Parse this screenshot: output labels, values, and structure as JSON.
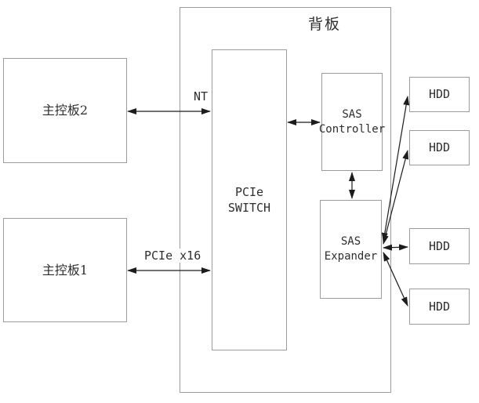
{
  "diagram": {
    "backplane_label": "背板",
    "nodes": {
      "mainboard2": "主控板2",
      "mainboard1": "主控板1",
      "pcie_switch": "PCIe\nSWITCH",
      "sas_controller": "SAS\nController",
      "sas_expander": "SAS\nExpander",
      "hdd1": "HDD",
      "hdd2": "HDD",
      "hdd3": "HDD",
      "hdd4": "HDD"
    },
    "edge_labels": {
      "nt": "NT",
      "pcie_x16": "PCIe x16"
    },
    "connections": [
      {
        "from": "mainboard2",
        "to": "pcie_switch",
        "label": "NT",
        "bidirectional": true
      },
      {
        "from": "mainboard1",
        "to": "pcie_switch",
        "label": "PCIe x16",
        "bidirectional": true
      },
      {
        "from": "pcie_switch",
        "to": "sas_controller",
        "label": "",
        "bidirectional": true
      },
      {
        "from": "sas_controller",
        "to": "sas_expander",
        "label": "",
        "bidirectional": true
      },
      {
        "from": "sas_expander",
        "to": "hdd1",
        "label": "",
        "bidirectional": true
      },
      {
        "from": "sas_expander",
        "to": "hdd2",
        "label": "",
        "bidirectional": true
      },
      {
        "from": "sas_expander",
        "to": "hdd3",
        "label": "",
        "bidirectional": true
      },
      {
        "from": "sas_expander",
        "to": "hdd4",
        "label": "",
        "bidirectional": true
      }
    ],
    "colors": {
      "background": "#ffffff",
      "box_border": "#9c9c9c",
      "arrow": "#1c1c1c",
      "text": "#2e2e2e"
    }
  }
}
